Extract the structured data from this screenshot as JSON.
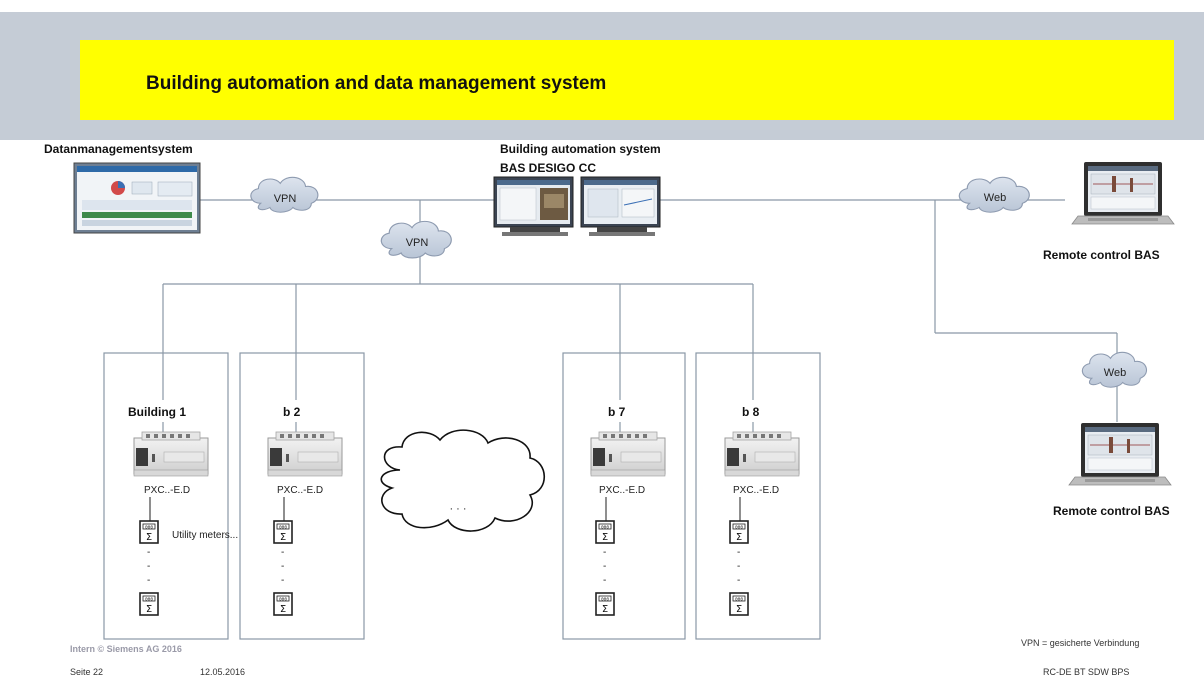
{
  "header": {
    "title": "Building automation and data management system"
  },
  "central": {
    "title_line1": "Building automation  system",
    "title_line2": "BAS DESIGO  CC"
  },
  "dms": {
    "label": "Datanmanagementsystem"
  },
  "clouds": {
    "vpn_left": "VPN",
    "vpn_center": "VPN",
    "web_top": "Web",
    "web_right": "Web",
    "ellipsis": "· · ·"
  },
  "remote": {
    "top_label": "Remote control BAS",
    "bottom_label": "Remote control BAS"
  },
  "buildings": [
    {
      "name": "Building 1",
      "controller": "PXC..-E.D",
      "meter_note": "Utility meters..."
    },
    {
      "name": "b 2",
      "controller": "PXC..-E.D"
    },
    {
      "name": "b 7",
      "controller": "PXC..-E.D"
    },
    {
      "name": "b 8",
      "controller": "PXC..-E.D"
    }
  ],
  "meter_dots": "-",
  "footer": {
    "copyright": "Intern © Siemens AG 2016",
    "page": "Seite 22",
    "date": "12.05.2016",
    "legend": "VPN = gesicherte Verbindung",
    "org": "RC-DE BT SDW BPS"
  },
  "colors": {
    "header_band": "#c5ccd6",
    "title_bar": "#ffff00",
    "connector": "#8a98a6",
    "cloud_fill": "#c9d3e2",
    "cloud_stroke": "#8e9bb0"
  }
}
